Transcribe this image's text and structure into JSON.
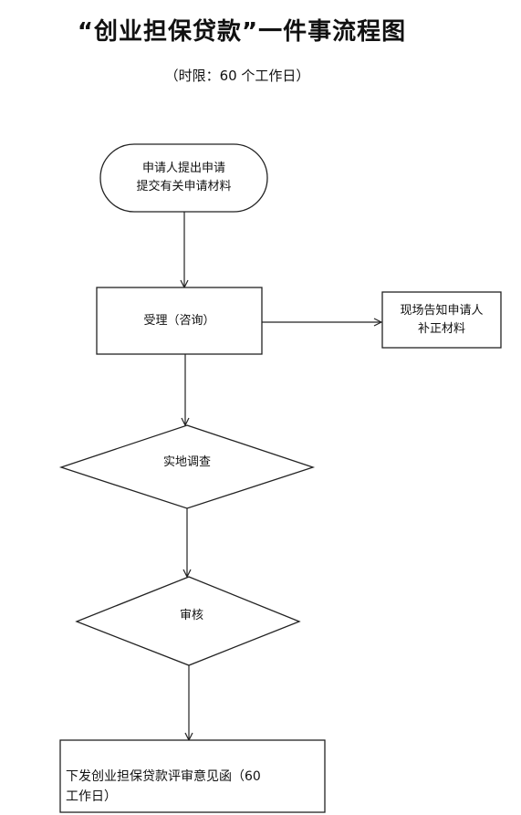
{
  "title": "“创业担保贷款”一件事流程图",
  "subtitle": "（时限：60 个工作日）",
  "nodes": {
    "start": {
      "line1": "申请人提出申请",
      "line2": "提交有关申请材料"
    },
    "accept": {
      "label": "受理（咨询）"
    },
    "notify": {
      "line1": "现场告知申请人",
      "line2": "补正材料"
    },
    "survey": {
      "label": "实地调查"
    },
    "review": {
      "label": "审核"
    },
    "final": {
      "label": "下发创业担保贷款评审意见函（60 工作日）"
    }
  }
}
